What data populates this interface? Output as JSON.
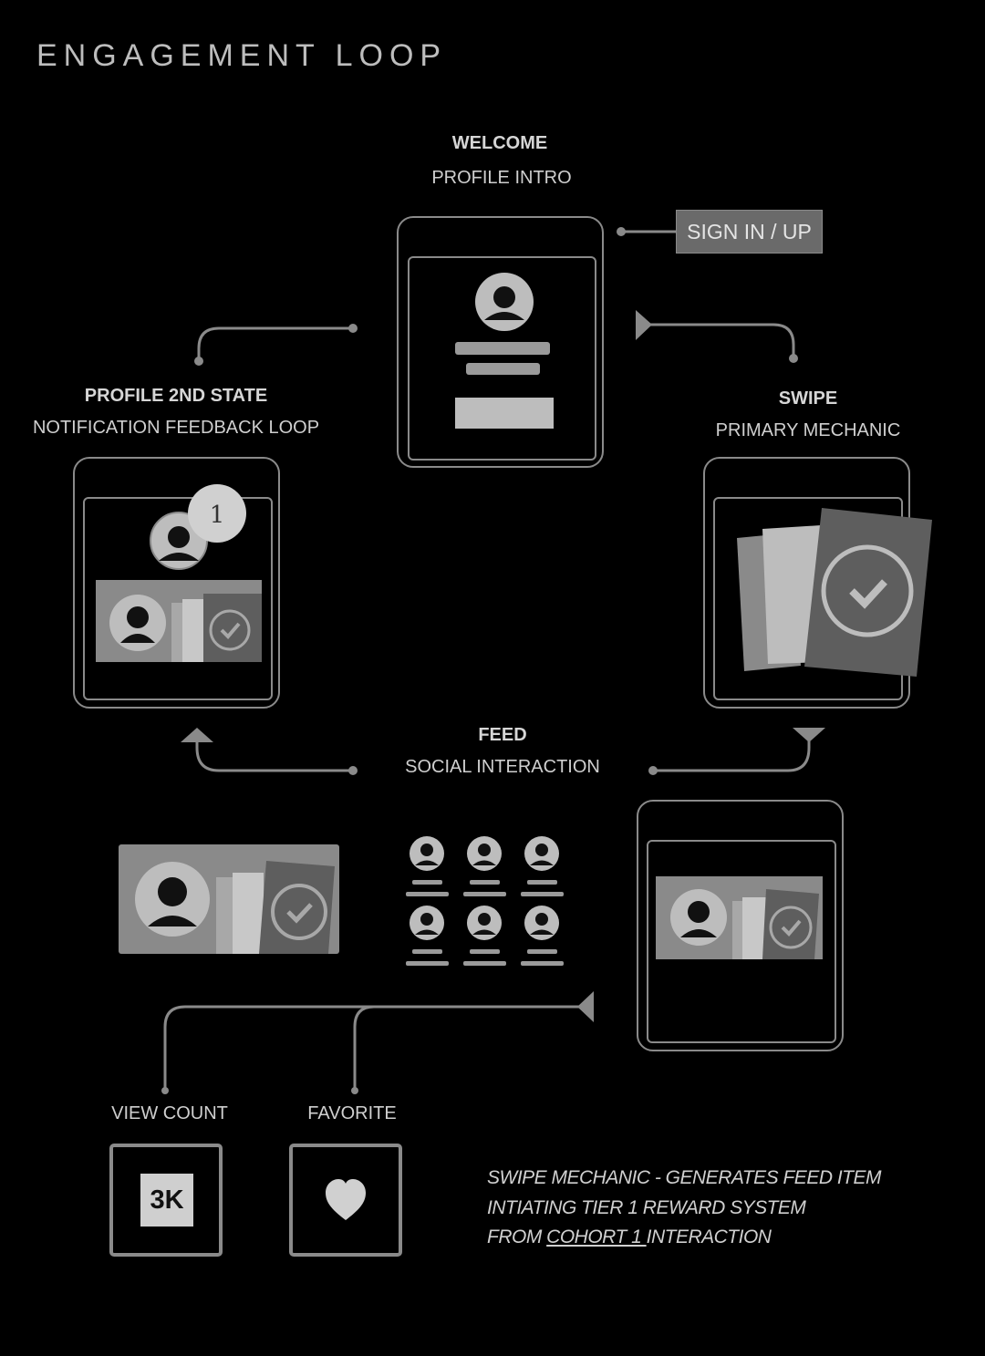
{
  "title": "ENGAGEMENT LOOP",
  "welcome": {
    "heading": "WELCOME",
    "subheading": "PROFILE INTRO",
    "button_label": "SIGN IN / UP"
  },
  "profile2": {
    "heading": "PROFILE 2ND STATE",
    "subheading": "NOTIFICATION FEEDBACK LOOP",
    "notification_count": "1"
  },
  "swipe": {
    "heading": "SWIPE",
    "subheading": "PRIMARY MECHANIC"
  },
  "feed": {
    "heading": "FEED",
    "subheading": "SOCIAL INTERACTION"
  },
  "stats": {
    "view_count_label": "VIEW COUNT",
    "view_count_value": "3K",
    "favorite_label": "FAVORITE"
  },
  "note": {
    "line1": "SWIPE MECHANIC - GENERATES FEED ITEM",
    "line2": "INTIATING TIER 1  REWARD SYSTEM",
    "line3_prefix": "FROM ",
    "line3_link": "COHORT 1 ",
    "line3_suffix": "INTERACTION"
  },
  "colors": {
    "background": "#000000",
    "outline": "#8a8a8a",
    "card_dark": "#5e5e5e",
    "card_light": "#bdbdbd",
    "text": "#d4d4d4"
  }
}
